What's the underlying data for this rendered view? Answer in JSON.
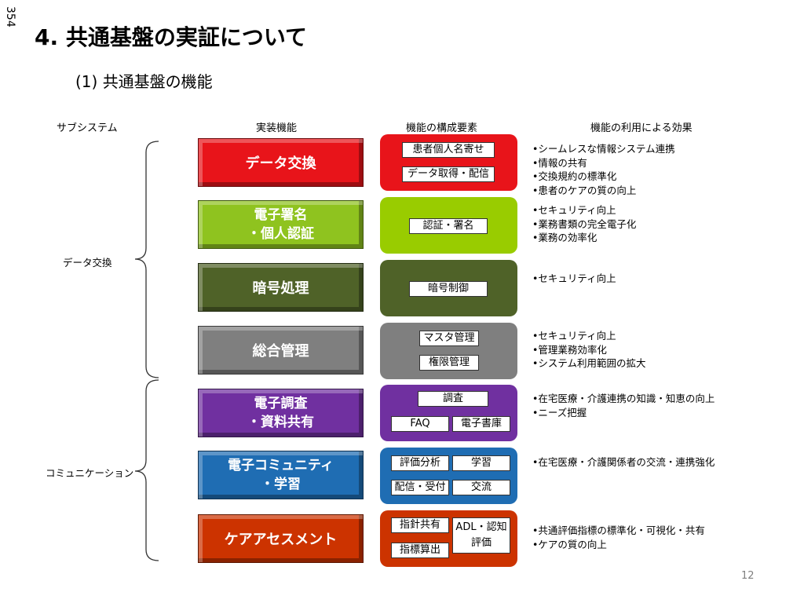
{
  "page_number_side": "354",
  "slide_title": "4. 共通基盤の実証について",
  "subtitle": "(1) 共通基盤の機能",
  "headers": {
    "subsystem": "サブシステム",
    "feature": "実装機能",
    "components": "機能の構成要素",
    "effects": "機能の利用による効果"
  },
  "subsystems": {
    "data_exchange": "データ交換",
    "communication": "コミュニケーション"
  },
  "rows": [
    {
      "feature_lines": [
        "データ交換"
      ],
      "color": "#e8141a",
      "component_bg": "#e8141a",
      "tags": [
        "患者個人名寄せ",
        "データ取得・配信"
      ],
      "effects": [
        "シームレスな情報システム連携",
        "情報の共有",
        "交換規約の標準化",
        "患者のケアの質の向上"
      ]
    },
    {
      "feature_lines": [
        "電子署名",
        "・個人認証"
      ],
      "color": "#8fc31f",
      "component_bg": "#99cc00",
      "tags": [
        "認証・署名"
      ],
      "effects": [
        "セキュリティ向上",
        "業務書類の完全電子化",
        "業務の効率化"
      ]
    },
    {
      "feature_lines": [
        "暗号処理"
      ],
      "color": "#4f6228",
      "component_bg": "#4f6228",
      "tags": [
        "暗号制御"
      ],
      "effects": [
        "セキュリティ向上"
      ]
    },
    {
      "feature_lines": [
        "総合管理"
      ],
      "color": "#7f7f7f",
      "component_bg": "#7f7f7f",
      "tags": [
        "マスタ管理",
        "権限管理"
      ],
      "effects": [
        "セキュリティ向上",
        "管理業務効率化",
        "システム利用範囲の拡大"
      ]
    },
    {
      "feature_lines": [
        "電子調査",
        "・資料共有"
      ],
      "color": "#7030a0",
      "component_bg": "#7030a0",
      "tags": [
        "調査",
        "FAQ",
        "電子書庫"
      ],
      "effects": [
        "在宅医療・介護連携の知識・知恵の向上",
        "ニーズ把握"
      ]
    },
    {
      "feature_lines": [
        "電子コミュニティ",
        "・学習"
      ],
      "color": "#1f6db3",
      "component_bg": "#1f6db3",
      "tags": [
        "評価分析",
        "学習",
        "配信・受付",
        "交流"
      ],
      "effects": [
        "在宅医療・介護関係者の交流・連携強化"
      ]
    },
    {
      "feature_lines": [
        "ケアアセスメント"
      ],
      "color": "#cc3300",
      "component_bg": "#cc3300",
      "tags": [
        "指針共有",
        "ADL・認知評価",
        "指標算出"
      ],
      "effects": [
        "共通評価指標の標準化・可視化・共有",
        "ケアの質の向上"
      ]
    }
  ],
  "tag_adl_lines": [
    "ADL・認知",
    "評価"
  ],
  "slide_number": "12"
}
